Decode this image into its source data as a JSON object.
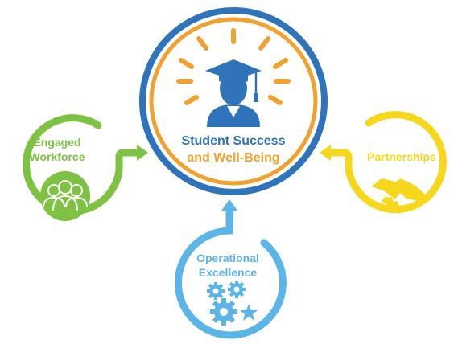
{
  "center": {
    "title_line1": "Student Success",
    "title_line2": "and Well-Being",
    "icon": "graduate-cap-icon",
    "colors": {
      "outer_ring": "#2f74bb",
      "inner_ring": "#f2a12e",
      "title_line1": "#2f74bb",
      "title_line2": "#f2a12e",
      "icon": "#2f74bb",
      "rays": "#f2a12e"
    }
  },
  "pillars": [
    {
      "id": "workforce",
      "label_line1": "Engaged",
      "label_line2": "Workforce",
      "icon": "people-group-icon",
      "color": "#7dc242"
    },
    {
      "id": "partnerships",
      "label_line1": "Partnerships",
      "label_line2": "",
      "icon": "handshake-icon",
      "color": "#f7d71b"
    },
    {
      "id": "operational",
      "label_line1": "Operational",
      "label_line2": "Excellence",
      "icon": "gears-star-icon",
      "color": "#5bb5e8"
    }
  ]
}
